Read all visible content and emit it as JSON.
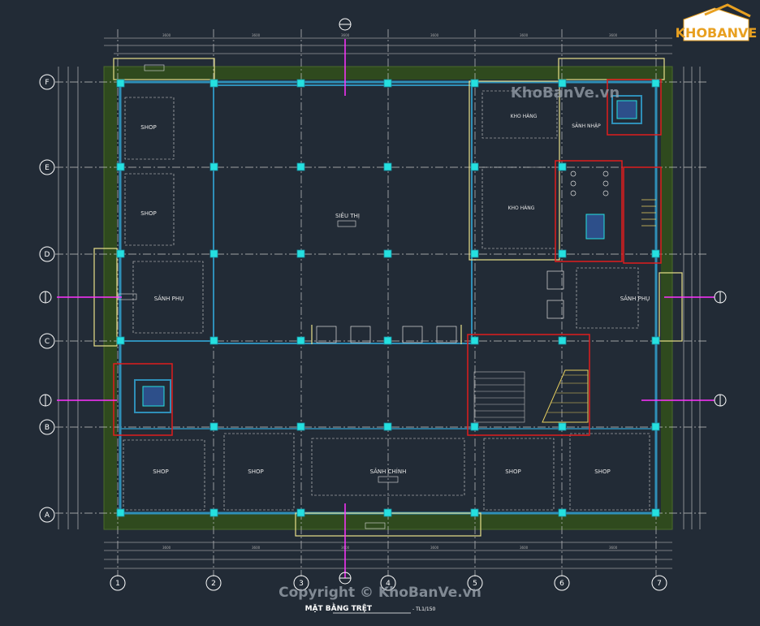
{
  "logo": {
    "text": "KHOBANVE"
  },
  "watermark_top": "KhoBanVe.vn",
  "watermark_bottom": "Copyright © KhoBanVe.vn",
  "title": {
    "main": "MẶT BẰNG TRỆT",
    "scale": "- TL1/150"
  },
  "grid": {
    "columns": [
      "1",
      "2",
      "3",
      "4",
      "5",
      "6",
      "7"
    ],
    "rows": [
      "F",
      "E",
      "D",
      "C",
      "B",
      "A"
    ]
  },
  "rooms": {
    "shop_1": "SHOP",
    "shop_2": "SHOP",
    "shop_3": "SHOP",
    "shop_4": "SHOP",
    "shop_5": "SHOP",
    "shop_6": "SHOP",
    "sanh_phu_left": "SẢNH PHỤ",
    "sanh_phu_right": "SẢNH PHỤ",
    "sieu_thi": "SIÊU THỊ",
    "kho_hang_1": "KHO HÀNG",
    "kho_hang_2": "KHO HÀNG",
    "sanh_nhap": "SẢNH NHẬP",
    "sanh_chinh": "SẢNH CHÍNH"
  },
  "colors": {
    "background": "#222b36",
    "wall": "#2f8fb8",
    "column": "#25e0e0",
    "axis": "#c8c8c8",
    "marker": "#ff33ff",
    "highlight": "#e01d1d",
    "yellow_line": "#e8e08a",
    "green_fill": "#2f4a1e",
    "title": "#ffffff"
  }
}
